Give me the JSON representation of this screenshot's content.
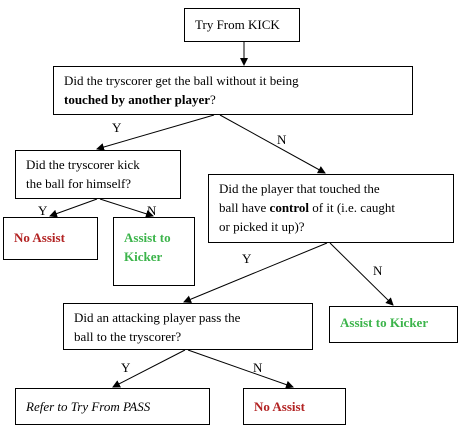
{
  "nodes": {
    "start": "Try From KICK",
    "q1": {
      "line1": "Did the tryscorer get the ball without it being",
      "line2_bold": "touched by another player",
      "line2_end": "?"
    },
    "q2": {
      "line1": "Did the tryscorer kick",
      "line2": "the ball for himself?"
    },
    "q3": {
      "line1": "Did the player that touched the",
      "line2_start": "ball have ",
      "line2_bold": "control",
      "line2_end": " of it (i.e. caught",
      "line3": "or picked it up)?"
    },
    "no_assist_1": "No Assist",
    "assist_kicker_1": {
      "line1": "Assist to",
      "line2": "Kicker"
    },
    "q4": {
      "line1": "Did an attacking player pass the",
      "line2": "ball to the tryscorer?"
    },
    "assist_kicker_2": "Assist to Kicker",
    "refer_pass": "Refer to Try From PASS",
    "no_assist_2": "No Assist"
  },
  "edge_labels": {
    "q1_yes": "Y",
    "q1_no": "N",
    "q2_yes": "Y",
    "q2_no": "N",
    "q3_yes": "Y",
    "q3_no": "N",
    "q4_yes": "Y",
    "q4_no": "N"
  },
  "colors": {
    "no_assist": "#b22222",
    "assist": "#3cb44b",
    "line": "#000000"
  }
}
